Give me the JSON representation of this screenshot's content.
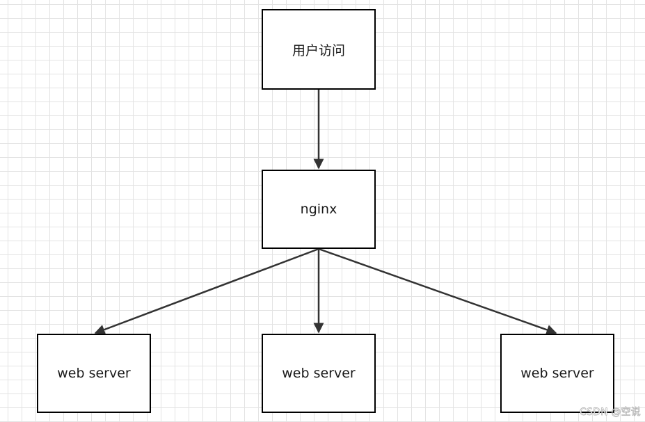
{
  "diagram": {
    "nodes": {
      "user_access": {
        "label": "用户访问"
      },
      "nginx": {
        "label": "nginx"
      },
      "web_server_1": {
        "label": "web server"
      },
      "web_server_2": {
        "label": "web server"
      },
      "web_server_3": {
        "label": "web server"
      }
    },
    "edges": [
      {
        "from": "user_access",
        "to": "nginx"
      },
      {
        "from": "nginx",
        "to": "web_server_1"
      },
      {
        "from": "nginx",
        "to": "web_server_2"
      },
      {
        "from": "nginx",
        "to": "web_server_3"
      }
    ],
    "colors": {
      "edge": "#333333",
      "border": "#000000",
      "grid": "#e3e3e3"
    }
  },
  "watermark": "CSDN @空说"
}
